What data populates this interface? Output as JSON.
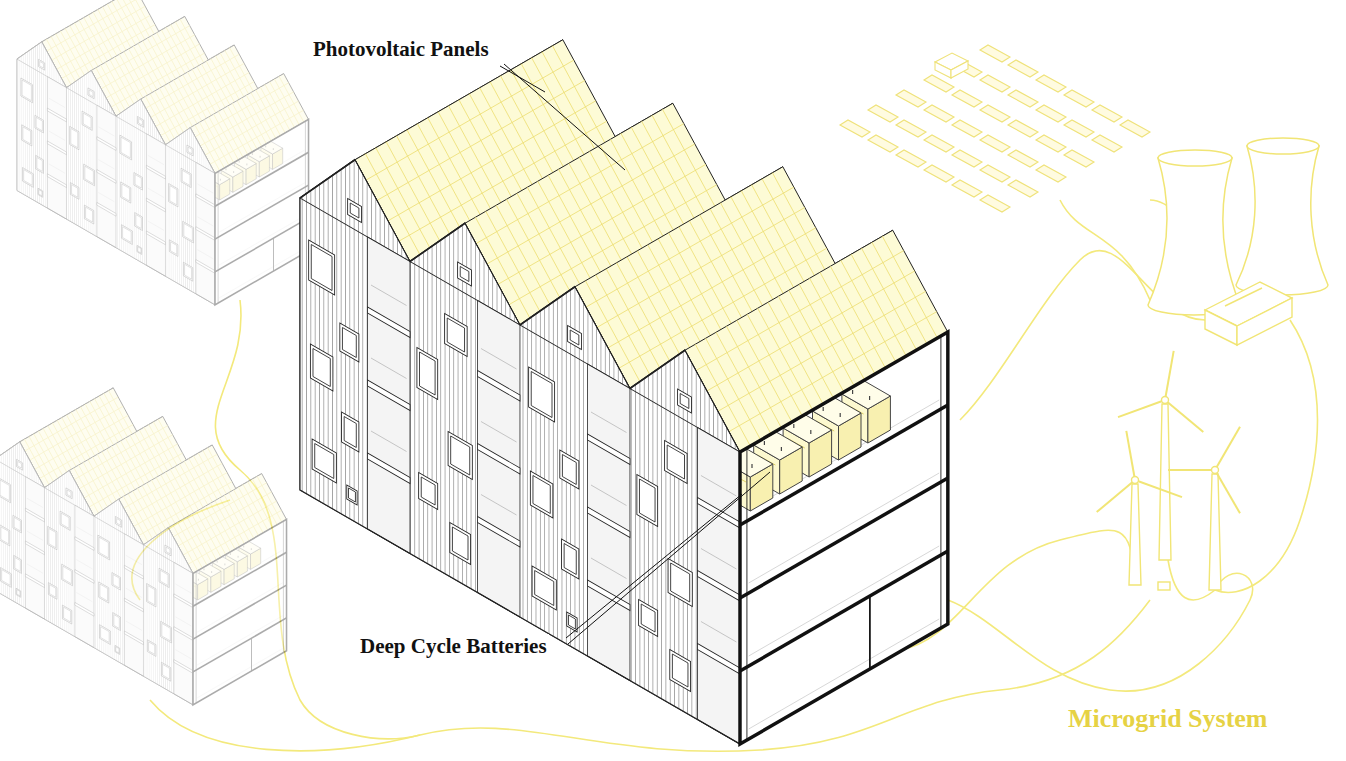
{
  "diagram": {
    "title": "Microgrid System",
    "labels": [
      "Photovoltaic Panels",
      "Deep Cycle Batteries"
    ]
  }
}
